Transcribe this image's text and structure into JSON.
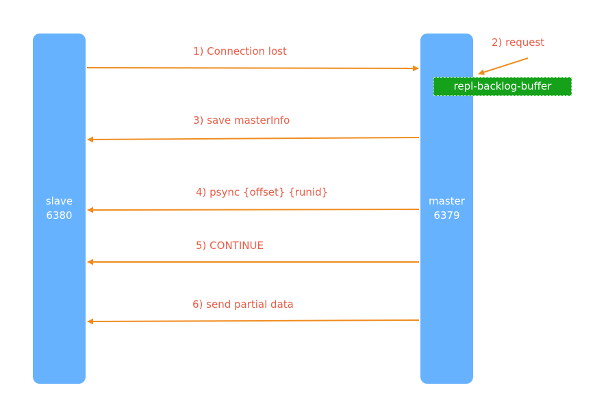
{
  "lanes": {
    "slave": {
      "name": "slave",
      "port": "6380"
    },
    "master": {
      "name": "master",
      "port": "6379"
    }
  },
  "buffer": {
    "label": "repl-backlog-buffer"
  },
  "messages": [
    {
      "label": "1) Connection lost"
    },
    {
      "label": "2)  request"
    },
    {
      "label": "3) save masterInfo"
    },
    {
      "label": "4)  psync {offset} {runid}"
    },
    {
      "label": "5)  CONTINUE"
    },
    {
      "label": "6)  send partial data"
    }
  ],
  "colors": {
    "lane": "#66b2ff",
    "arrow": "#f08c1e",
    "label": "#ea5d47",
    "buffer": "#16a11b"
  }
}
